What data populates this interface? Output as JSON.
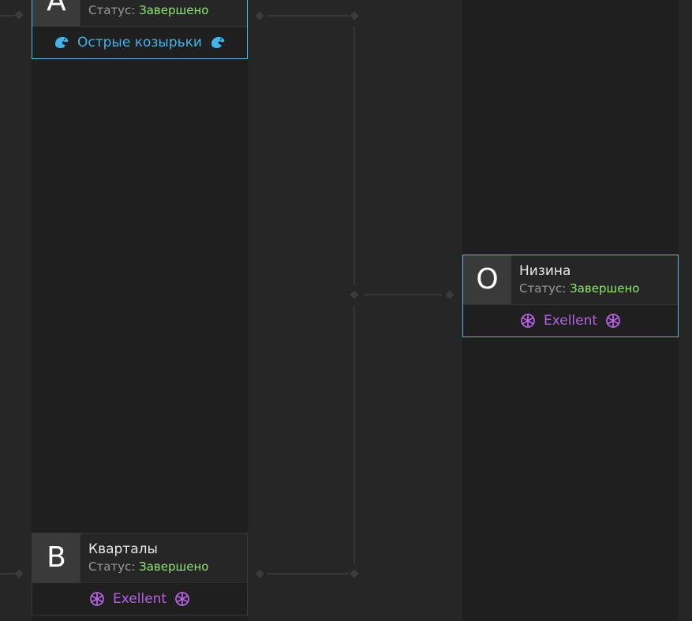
{
  "colors": {
    "highlight_border": "#55b9e6",
    "status_complete": "#8ee66f",
    "team_blue": "#3fb6ea",
    "team_purple": "#b561e0"
  },
  "matches": [
    {
      "letter": "A",
      "name": "",
      "status_label": "Статус:",
      "status_value": "Завершено",
      "team": "Острые козырьки",
      "team_icon": "eagle-icon",
      "team_color": "#3fb6ea",
      "highlighted": true
    },
    {
      "letter": "B",
      "name": "Кварталы",
      "status_label": "Статус:",
      "status_value": "Завершено",
      "team": "Exellent",
      "team_icon": "snowflake-icon",
      "team_color": "#b561e0",
      "highlighted": false
    },
    {
      "letter": "O",
      "name": "Низина",
      "status_label": "Статус:",
      "status_value": "Завершено",
      "team": "Exellent",
      "team_icon": "snowflake-icon",
      "team_color": "#b561e0",
      "highlighted": true
    }
  ]
}
